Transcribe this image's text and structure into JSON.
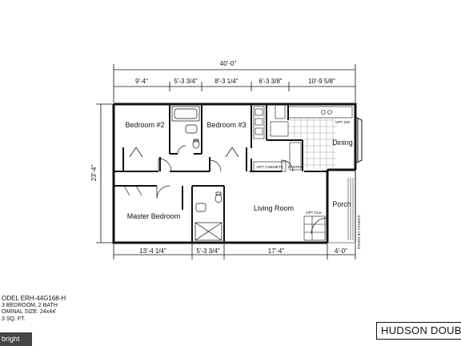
{
  "plan": {
    "overall_width": "40'-0\"",
    "overall_depth": "23'-4\"",
    "top_dims": [
      "9'-4\"",
      "5'-3 3/4\"",
      "8'-3 1/4\"",
      "6'-3 3/8\"",
      "10'-9 5/8\""
    ],
    "bottom_dims": [
      "13'-4 1/4\"",
      "5'-3 3/4\"",
      "17'-4\"",
      "4'-0\""
    ],
    "rooms": {
      "bedroom2": "Bedroom #2",
      "bedroom3": "Bedroom #3",
      "master": "Master Bedroom",
      "living": "Living Room",
      "dining": "Dining",
      "porch": "Porch"
    },
    "labels": {
      "opt_cabinets": "OPT CABINETS",
      "pantry": "PANTRY",
      "opt_dw": "OPT DW",
      "opt_tile": "OPT TILE",
      "stairs": "STAIRS BY OTHERS"
    }
  },
  "model": {
    "line1": "ODEL ERH-44G168-H",
    "line2": "3 BEDROOM, 2 BATH",
    "line3": "OMINAL SIZE: 24x44'",
    "line4": "3 SQ. FT."
  },
  "watermark": "bright",
  "title": "HUDSON DOUB"
}
